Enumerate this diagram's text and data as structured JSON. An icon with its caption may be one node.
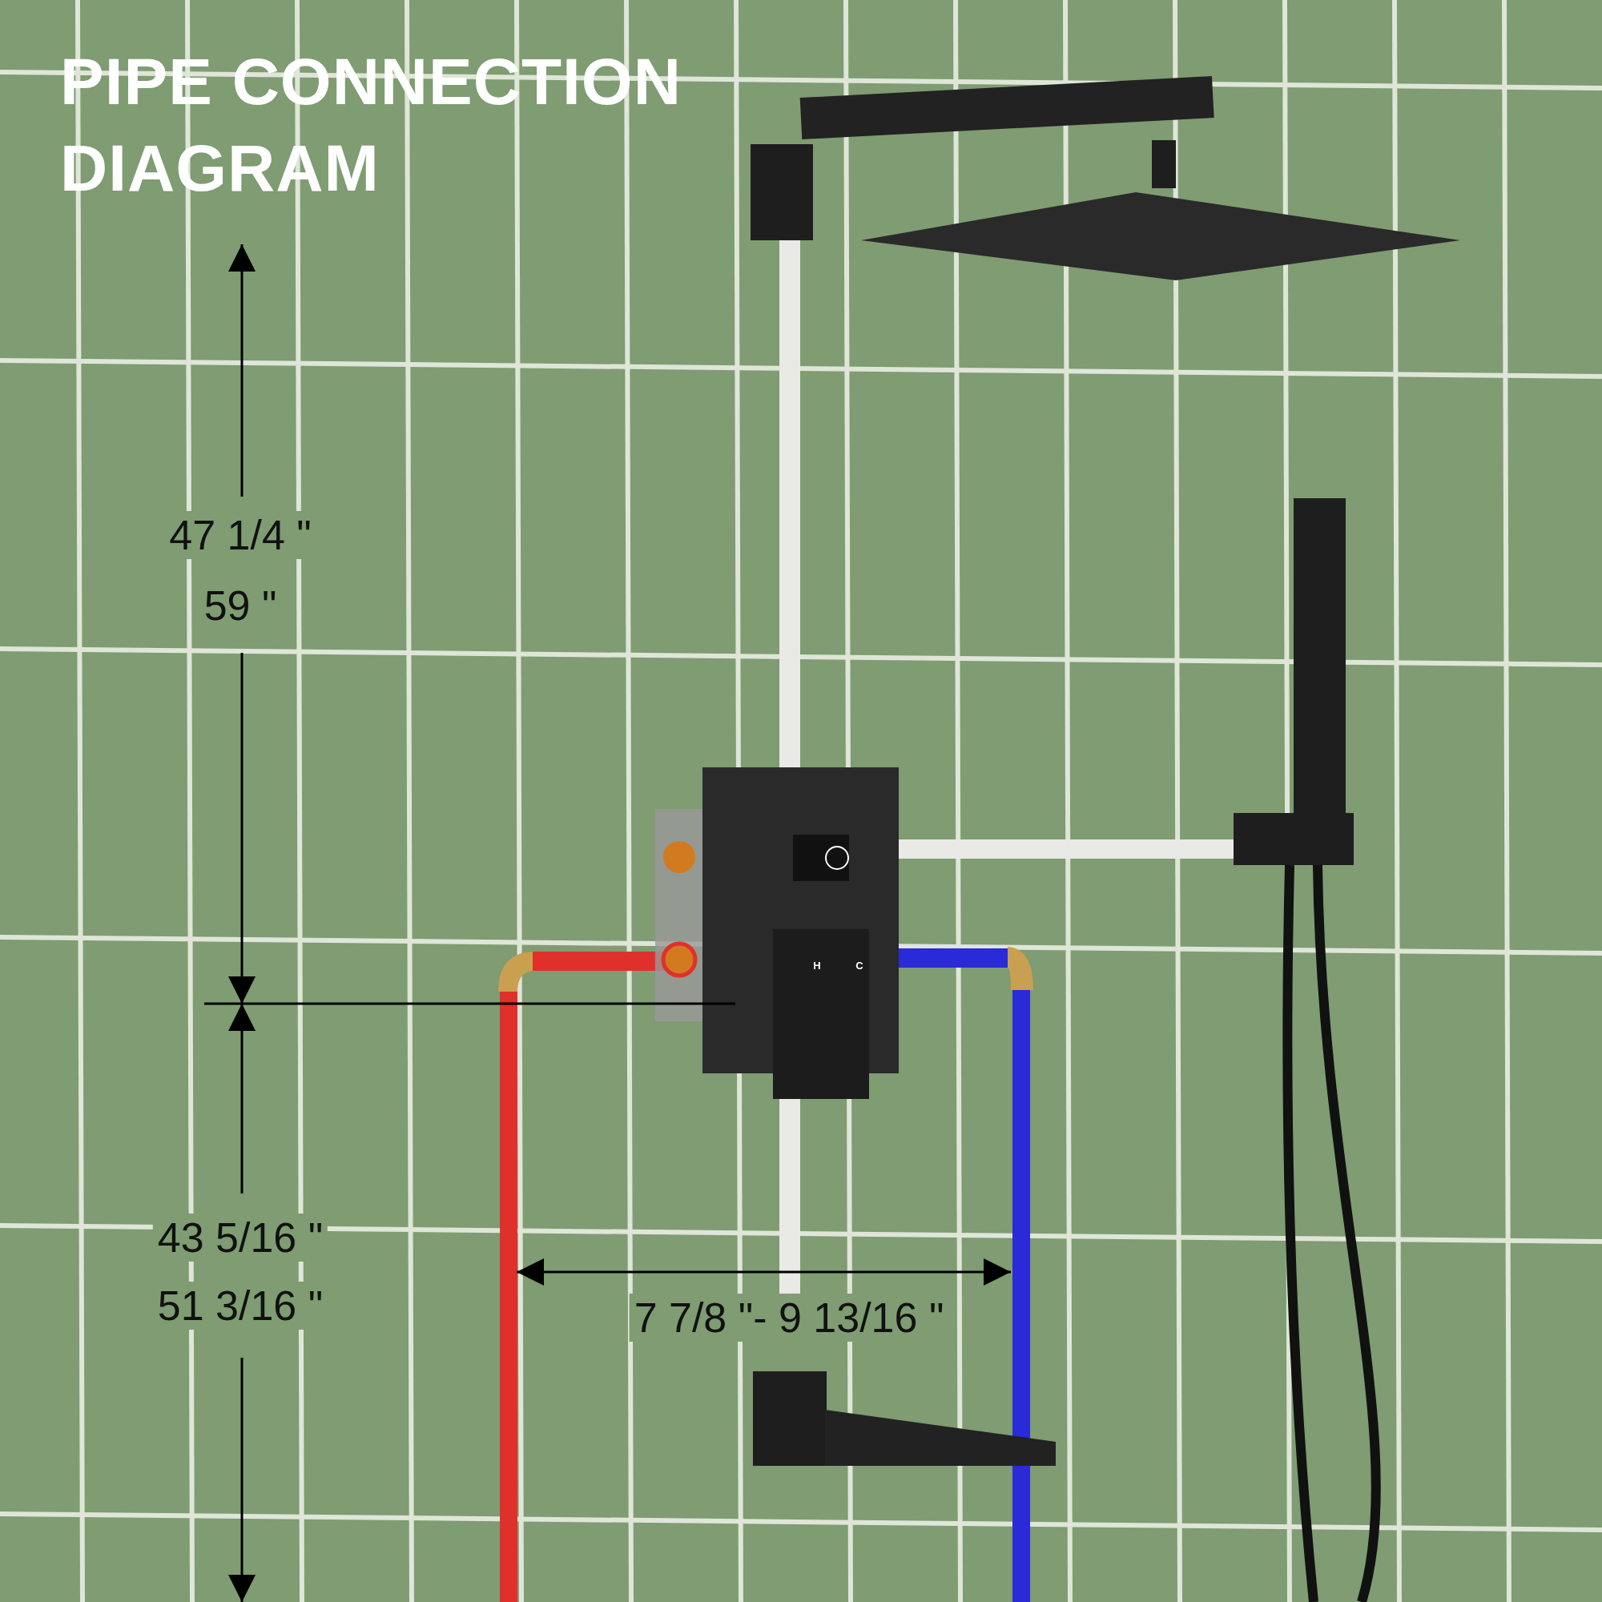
{
  "diagram": {
    "title": "PIPE CONNECTION DIAGRAM",
    "labels": [
      "47 1/4 \"",
      "59 \"",
      "H",
      "C",
      "43 5/16 \"",
      "51 3/16 \"",
      "7 7/8 \"- 9 13/16 \""
    ]
  }
}
